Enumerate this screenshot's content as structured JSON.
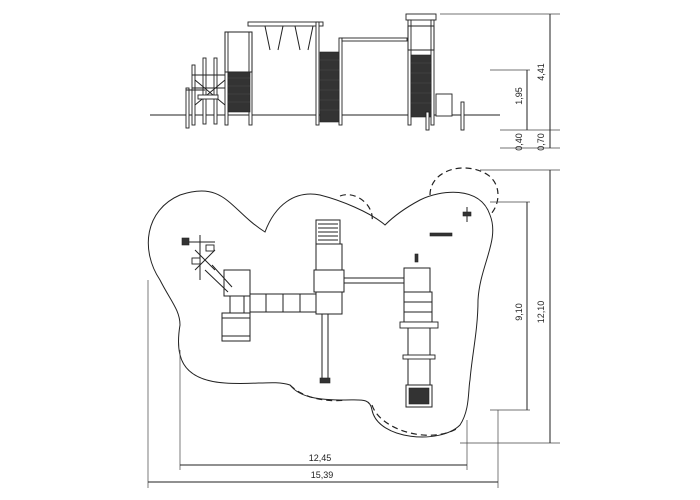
{
  "elevation_dimensions": {
    "total_height": "4,41",
    "platform_height": "1,95",
    "ground_depth_a": "0,40",
    "ground_depth_b": "0,70"
  },
  "plan_dimensions": {
    "inner_depth": "9,10",
    "outer_depth": "12,10",
    "inner_width": "12,45",
    "outer_width": "15,39"
  },
  "colors": {
    "line": "#222222",
    "background": "#ffffff"
  }
}
